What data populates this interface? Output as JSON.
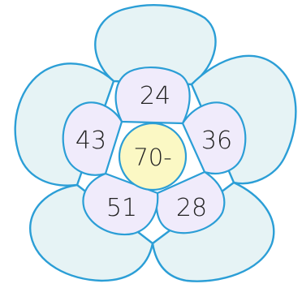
{
  "center": {
    "label": "70-"
  },
  "inner_petals": [
    {
      "id": "top",
      "value": "24"
    },
    {
      "id": "right",
      "value": "36"
    },
    {
      "id": "bottom-right",
      "value": "28"
    },
    {
      "id": "bottom-left",
      "value": "51"
    },
    {
      "id": "left",
      "value": "43"
    }
  ],
  "colors": {
    "outer_petal_fill": "#e6f3f5",
    "outer_petal_stroke": "#2b9ed6",
    "inner_petal_fill": "#f0ebfb",
    "inner_petal_stroke": "#2b9ed6",
    "center_fill": "#fbf8c4",
    "center_stroke": "#2b9ed6",
    "text": "#222222"
  }
}
